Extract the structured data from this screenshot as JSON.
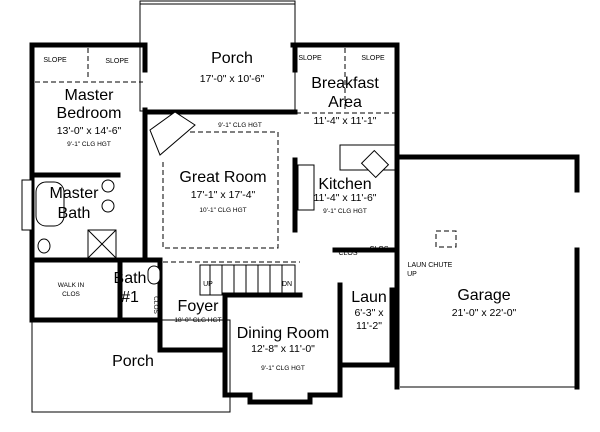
{
  "plan": {
    "rooms": {
      "porch_rear": {
        "name": "Porch",
        "dims": "17'-0\" x 10'-6\""
      },
      "master_bedroom": {
        "name1": "Master",
        "name2": "Bedroom",
        "dims": "13'-0\" x 14'-6\"",
        "clg": "9'-1\" CLG HGT"
      },
      "breakfast": {
        "name1": "Breakfast",
        "name2": "Area",
        "dims": "11'-4\" x 11'-1\""
      },
      "great_room": {
        "name": "Great Room",
        "dims": "17'-1\" x 17'-4\"",
        "clg": "10'-1\" CLG HGT",
        "clg_top": "9'-1\" CLG HGT"
      },
      "kitchen": {
        "name": "Kitchen",
        "dims": "11'-4\" x 11'-6\"",
        "clg": "9'-1\" CLG HGT"
      },
      "master_bath": {
        "name1": "Master",
        "name2": "Bath"
      },
      "walk_in": {
        "line1": "WALK IN",
        "line2": "CLOS"
      },
      "bath1": {
        "name1": "Bath",
        "name2": "#1"
      },
      "foyer": {
        "name": "Foyer",
        "clg": "18'-0\" CLG HGT"
      },
      "dining": {
        "name": "Dining Room",
        "dims": "12'-8\" x 11'-0\"",
        "clg": "9'-1\" CLG HGT"
      },
      "porch_front": {
        "name": "Porch"
      },
      "laundry": {
        "name": "Laun",
        "dims1": "6'-3\" x",
        "dims2": "11'-2\""
      },
      "garage": {
        "name": "Garage",
        "dims": "21'-0\" x 22'-0\""
      }
    },
    "labels": {
      "slope": "SLOPE",
      "clos": "CLOS",
      "laun_chute": "LAUN CHUTE",
      "up": "UP",
      "dn": "DN"
    }
  }
}
